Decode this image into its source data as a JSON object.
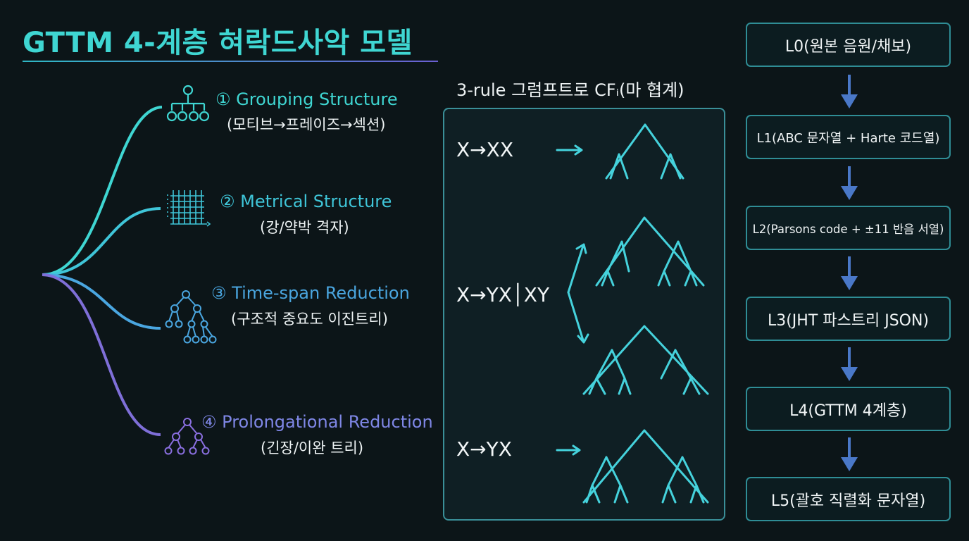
{
  "title": "GTTM 4-계층 혀락드사악 모델",
  "structures": [
    {
      "title": "① Grouping Structure",
      "subtitle": "(모티브→프레이즈→섹션)",
      "icon": "hierarchy-tree-icon",
      "color": "#3fd6d2"
    },
    {
      "title": "② Metrical Structure",
      "subtitle": "(강/약박 격자)",
      "icon": "metrical-grid-icon",
      "color": "#3fc5d8"
    },
    {
      "title": "③ Time-span Reduction",
      "subtitle": "(구조적 중요도 이진트리)",
      "icon": "binary-tree-icon",
      "color": "#4aa6e0"
    },
    {
      "title": "④ Prolongational Reduction",
      "subtitle": "(긴장/이완 트리)",
      "icon": "tension-tree-icon",
      "color": "#7f87e6"
    }
  ],
  "grammar": {
    "heading": "3-rule 그럼프트로 CFᵢ(마 협계)",
    "rules": [
      "X→XX",
      "X→YX│XY",
      "X→YX"
    ]
  },
  "layers": [
    "L0(원본 음원/채보)",
    "L1(ABC 문자열 + Harte 코드열)",
    "L2(Parsons code + ±11 반음 서열)",
    "L3(JHT 파스트리 JSON)",
    "L4(GTTM 4계층)",
    "L5(괄호 직렬화 문자열)"
  ],
  "colors": {
    "accent": "#3fd6d2",
    "tree": "#45d2dc",
    "arrow": "#4a78c8",
    "border": "#2f8d95"
  }
}
